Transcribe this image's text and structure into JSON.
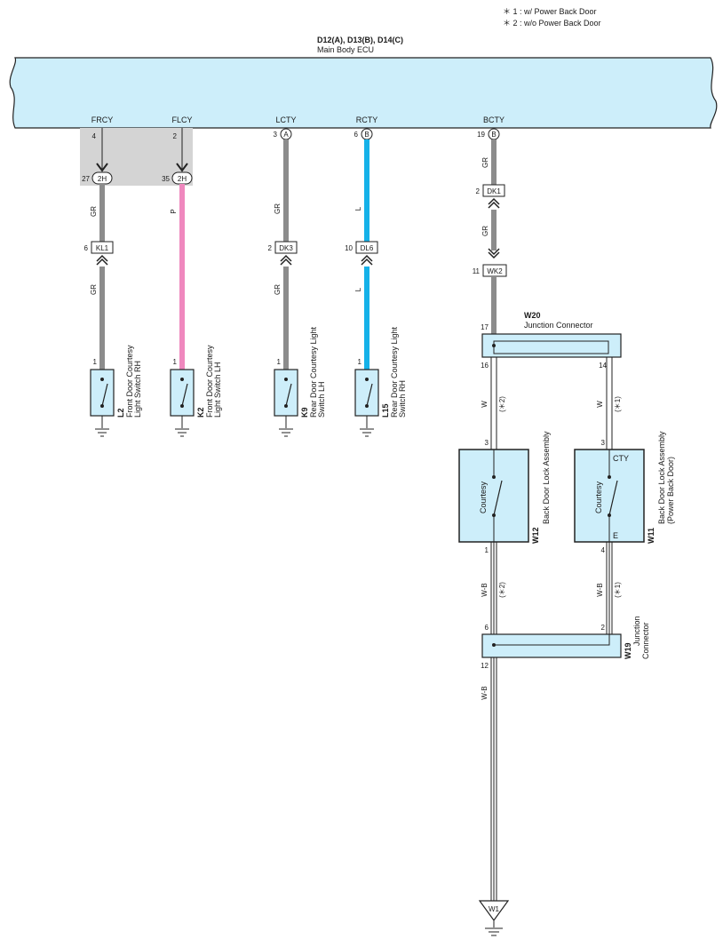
{
  "notes": {
    "note1": "＊ 1 : w/ Power Back Door",
    "note2": "＊ 2 : w/o Power Back Door"
  },
  "ecu": {
    "connectors": "D12(A), D13(B), D14(C)",
    "name": "Main Body ECU",
    "terminals": {
      "frcy": {
        "name": "FRCY",
        "pin": "4"
      },
      "flcy": {
        "name": "FLCY",
        "pin": "2"
      },
      "lcty": {
        "name": "LCTY",
        "pin": "3",
        "conn": "A"
      },
      "rcty": {
        "name": "RCTY",
        "pin": "6",
        "conn": "B"
      },
      "bcty": {
        "name": "BCTY",
        "pin": "19",
        "conn": "B"
      }
    }
  },
  "junctions": {
    "j2h_a": {
      "pin": "27",
      "label": "2H"
    },
    "j2h_b": {
      "pin": "35",
      "label": "2H"
    },
    "kl1": {
      "pin": "6",
      "label": "KL1"
    },
    "dk3": {
      "pin": "2",
      "label": "DK3"
    },
    "dl6": {
      "pin": "10",
      "label": "DL6"
    },
    "dk1": {
      "pin": "2",
      "label": "DK1"
    },
    "wk2": {
      "pin": "11",
      "label": "WK2"
    }
  },
  "wires": {
    "c1a": "GR",
    "c1b": "GR",
    "c2": "P",
    "c3a": "GR",
    "c3b": "GR",
    "c4a": "L",
    "c4b": "L",
    "c5a": "GR",
    "c5b": "GR",
    "w20l": "W",
    "w20r": "W",
    "w12b": "W-B",
    "w11b": "W-B",
    "w19out": "W-B",
    "star2": "(＊2)",
    "star1": "(＊1)"
  },
  "switches": {
    "l2": {
      "code": "L2",
      "line1": "Front Door Courtesy",
      "line2": "Light Switch RH",
      "pin": "1"
    },
    "k2": {
      "code": "K2",
      "line1": "Front Door Courtesy",
      "line2": "Light Switch LH",
      "pin": "1"
    },
    "k9": {
      "code": "K9",
      "line1": "Rear Door Courtesy Light",
      "line2": "Switch LH",
      "pin": "1"
    },
    "l15": {
      "code": "L15",
      "line1": "Rear Door Courtesy Light",
      "line2": "Switch RH",
      "pin": "1"
    }
  },
  "w20": {
    "code": "W20",
    "name": "Junction Connector",
    "pin_in": "17",
    "pin_l": "16",
    "pin_r": "14"
  },
  "w12": {
    "code": "W12",
    "name": "Back Door Lock Assembly",
    "label": "Courtesy",
    "pin_top": "3",
    "pin_bot": "1"
  },
  "w11": {
    "code": "W11",
    "name": "Back Door Lock Assembly",
    "sub": "(Power Back Door)",
    "label": "Courtesy",
    "cty": "CTY",
    "e": "E",
    "pin_top": "3",
    "pin_bot": "4"
  },
  "w19": {
    "code": "W19",
    "line1": "Junction",
    "line2": "Connector",
    "pin_l": "6",
    "pin_r": "2",
    "pin_out": "12"
  },
  "ground": {
    "label": "W1"
  },
  "colors": {
    "ecu_fill": "#cdeefa",
    "gray_wire": "#8c8c8c",
    "pink_wire": "#ef88be",
    "blue_wire": "#15b1e8",
    "shade": "#d4d4d4"
  }
}
